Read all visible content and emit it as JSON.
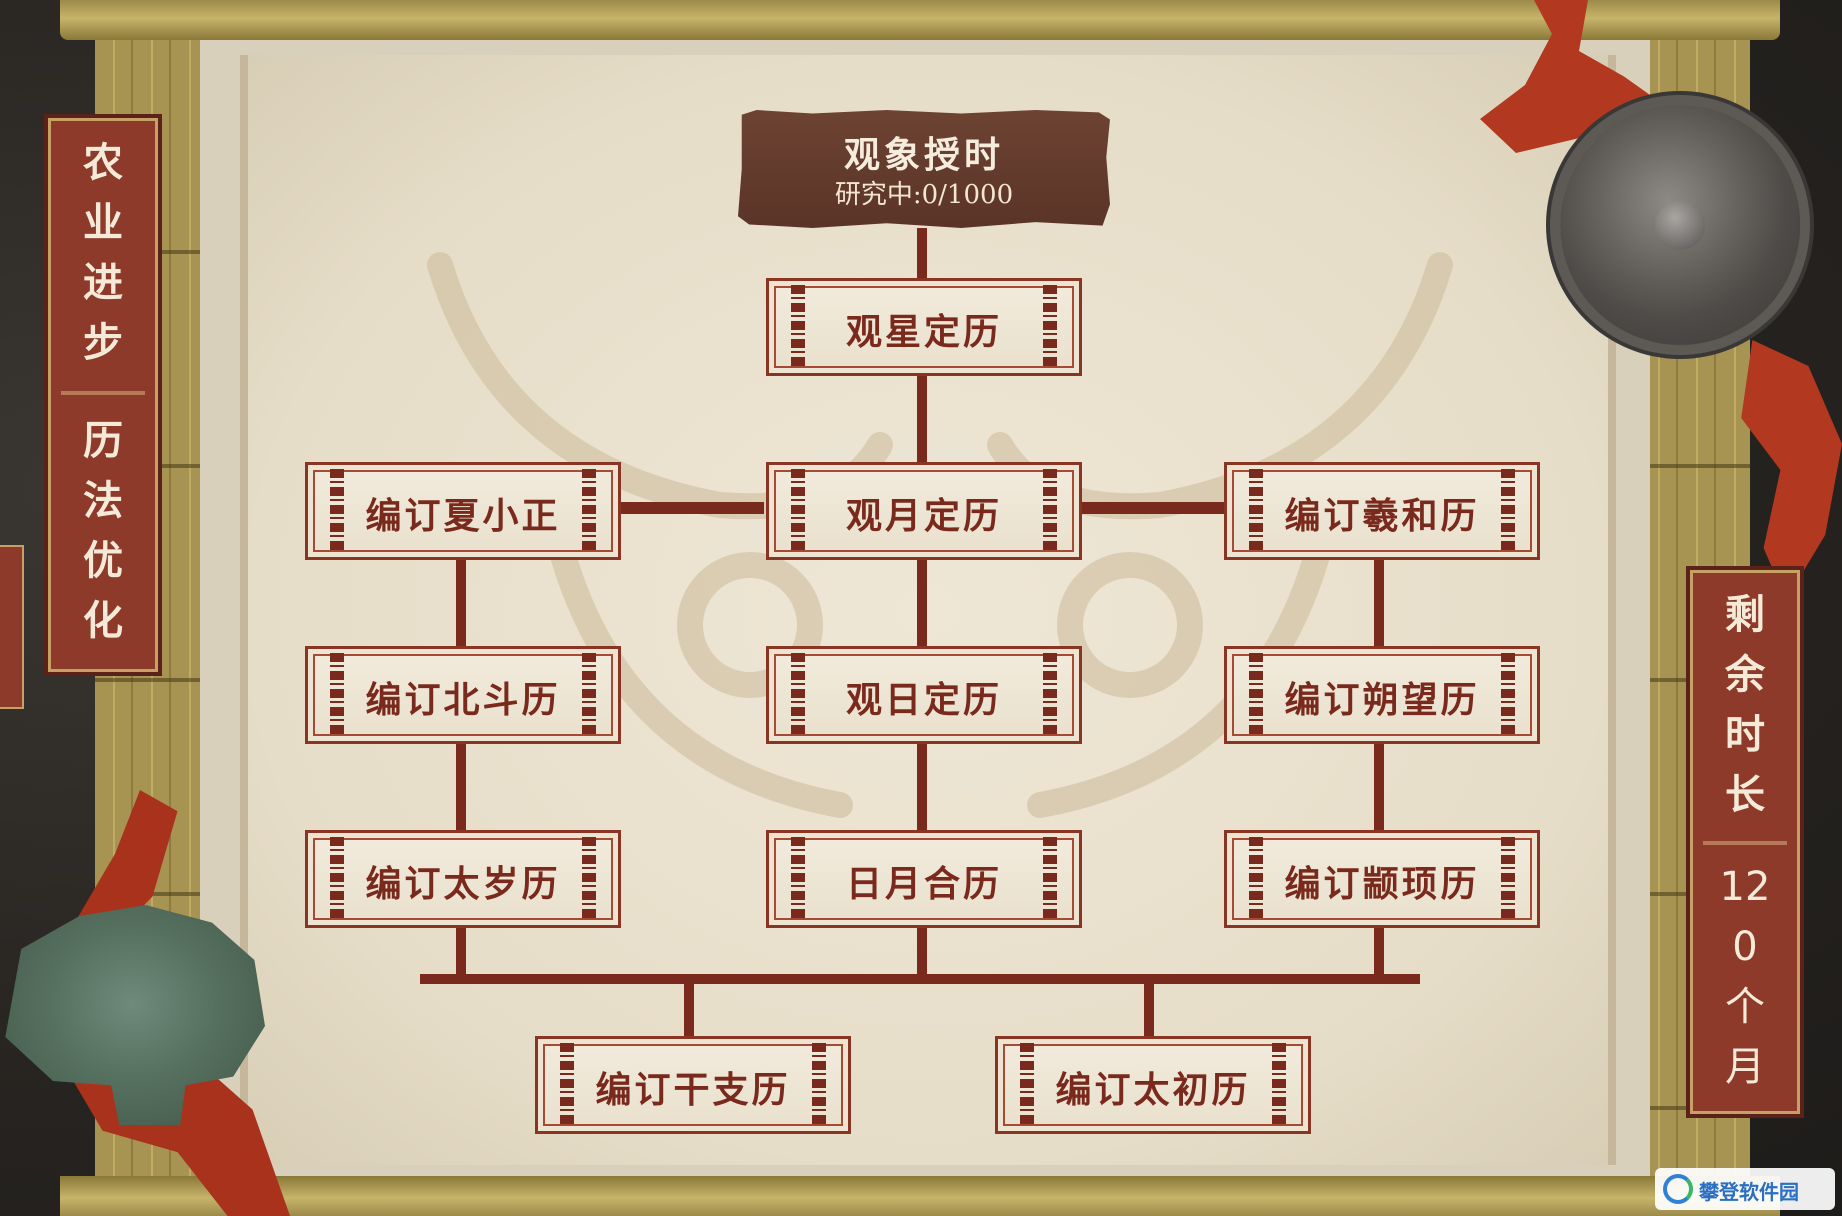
{
  "root": {
    "title": "观象授时",
    "progress": "研究中:0/1000"
  },
  "nodes": {
    "guanxing": "观星定历",
    "guanyue": "观月定历",
    "guanri": "观日定历",
    "riyuehe": "日月合历",
    "xiaxiaozheng": "编订夏小正",
    "beidou": "编订北斗历",
    "taisui": "编订太岁历",
    "xihe": "编订羲和历",
    "shuowang": "编订朔望历",
    "zhuanxu": "编订颛顼历",
    "ganzhi": "编订干支历",
    "taichu": "编订太初历"
  },
  "left_panel": {
    "category": [
      "农",
      "业",
      "进",
      "步"
    ],
    "subcategory": [
      "历",
      "法",
      "优",
      "化"
    ]
  },
  "right_panel": {
    "heading": [
      "剩",
      "余",
      "时",
      "长"
    ],
    "value": [
      "12",
      "0",
      "个",
      "月"
    ]
  },
  "watermark_badge": {
    "text": "攀登软件园"
  },
  "colors": {
    "accent": "#7a2a1c",
    "panel": "#8d3a2b",
    "paper": "#e9e0cd"
  }
}
